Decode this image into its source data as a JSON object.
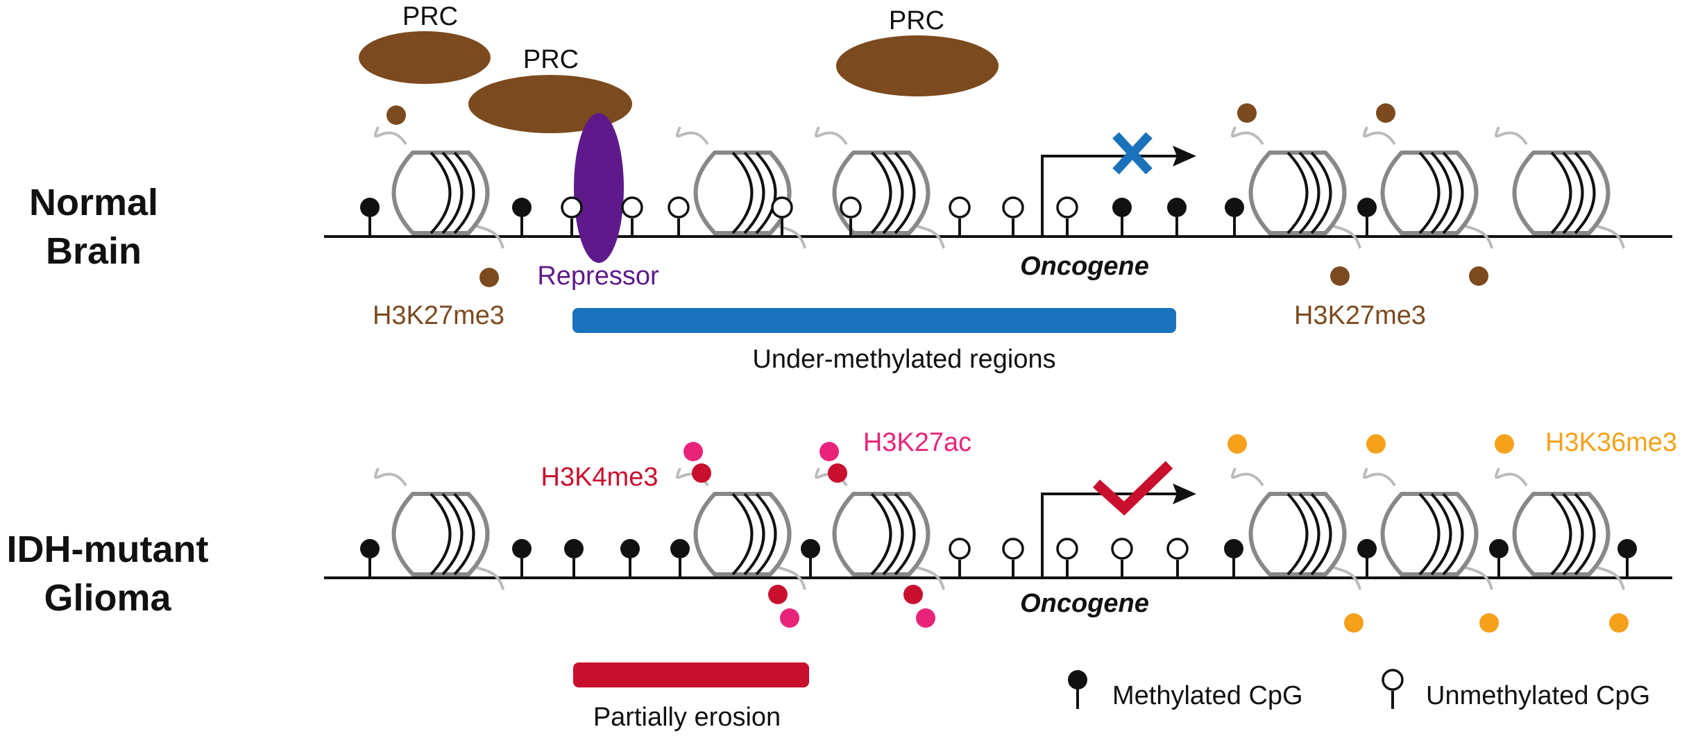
{
  "rows": [
    {
      "label_line1": "Normal",
      "label_line2": "Brain"
    },
    {
      "label_line1": "IDH-mutant",
      "label_line2": "Glioma"
    }
  ],
  "normal": {
    "prc_labels": [
      "PRC",
      "PRC",
      "PRC"
    ],
    "repressor": "Repressor",
    "h3k27me3_left": "H3K27me3",
    "h3k27me3_right": "H3K27me3",
    "oncogene": "Oncogene",
    "region_label": "Under-methylated regions",
    "cpg_methylated": [
      true,
      true,
      false,
      false,
      false,
      false,
      false,
      false,
      false,
      false,
      true,
      true,
      true,
      true
    ],
    "transcription": "blocked"
  },
  "glioma": {
    "h3k4me3": "H3K4me3",
    "h3k27ac": "H3K27ac",
    "h3k36me3": "H3K36me3",
    "oncogene": "Oncogene",
    "region_label": "Partially erosion",
    "cpg_methylated": [
      true,
      true,
      true,
      true,
      true,
      true,
      false,
      false,
      false,
      false,
      false,
      true,
      true,
      true,
      true
    ],
    "transcription": "active"
  },
  "legend": {
    "methylated": "Methylated CpG",
    "unmethylated": "Unmethylated CpG"
  },
  "colors": {
    "prc": "#7B4A1E",
    "repressor": "#5E1A8A",
    "h3k27me3": "#7B4A1E",
    "under_methylated_bar": "#1A72BB",
    "erosion_bar": "#C8102E",
    "block_x": "#1A72BB",
    "check": "#C8102E",
    "h3k4me3_dark": "#C8102E",
    "h3k27ac_pink": "#E8247A",
    "h3k36me3": "#F5A11B",
    "nucleosome": "#888888"
  }
}
